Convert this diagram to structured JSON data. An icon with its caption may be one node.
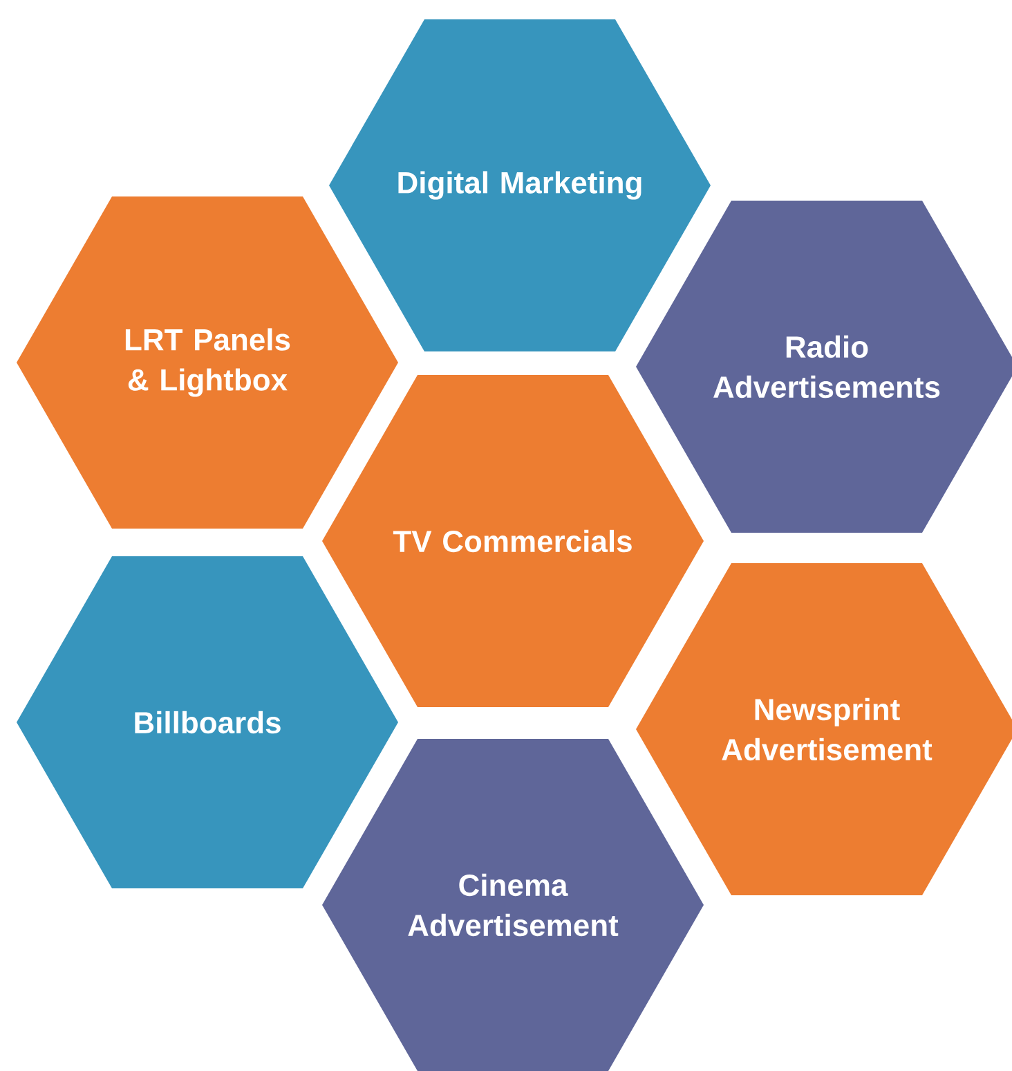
{
  "diagram": {
    "nodes": [
      {
        "text": [
          "Digital Marketing"
        ]
      },
      {
        "text": [
          "LRT Panels & Lightbox"
        ]
      },
      {
        "text": [
          "Radio Advertisements"
        ]
      },
      {
        "text": [
          "TV Commercials"
        ]
      },
      {
        "text": [
          "Billboards"
        ]
      },
      {
        "text": [
          "Newsprint Advertisement"
        ]
      },
      {
        "text": [
          "Cinema Advertisement"
        ]
      }
    ]
  }
}
